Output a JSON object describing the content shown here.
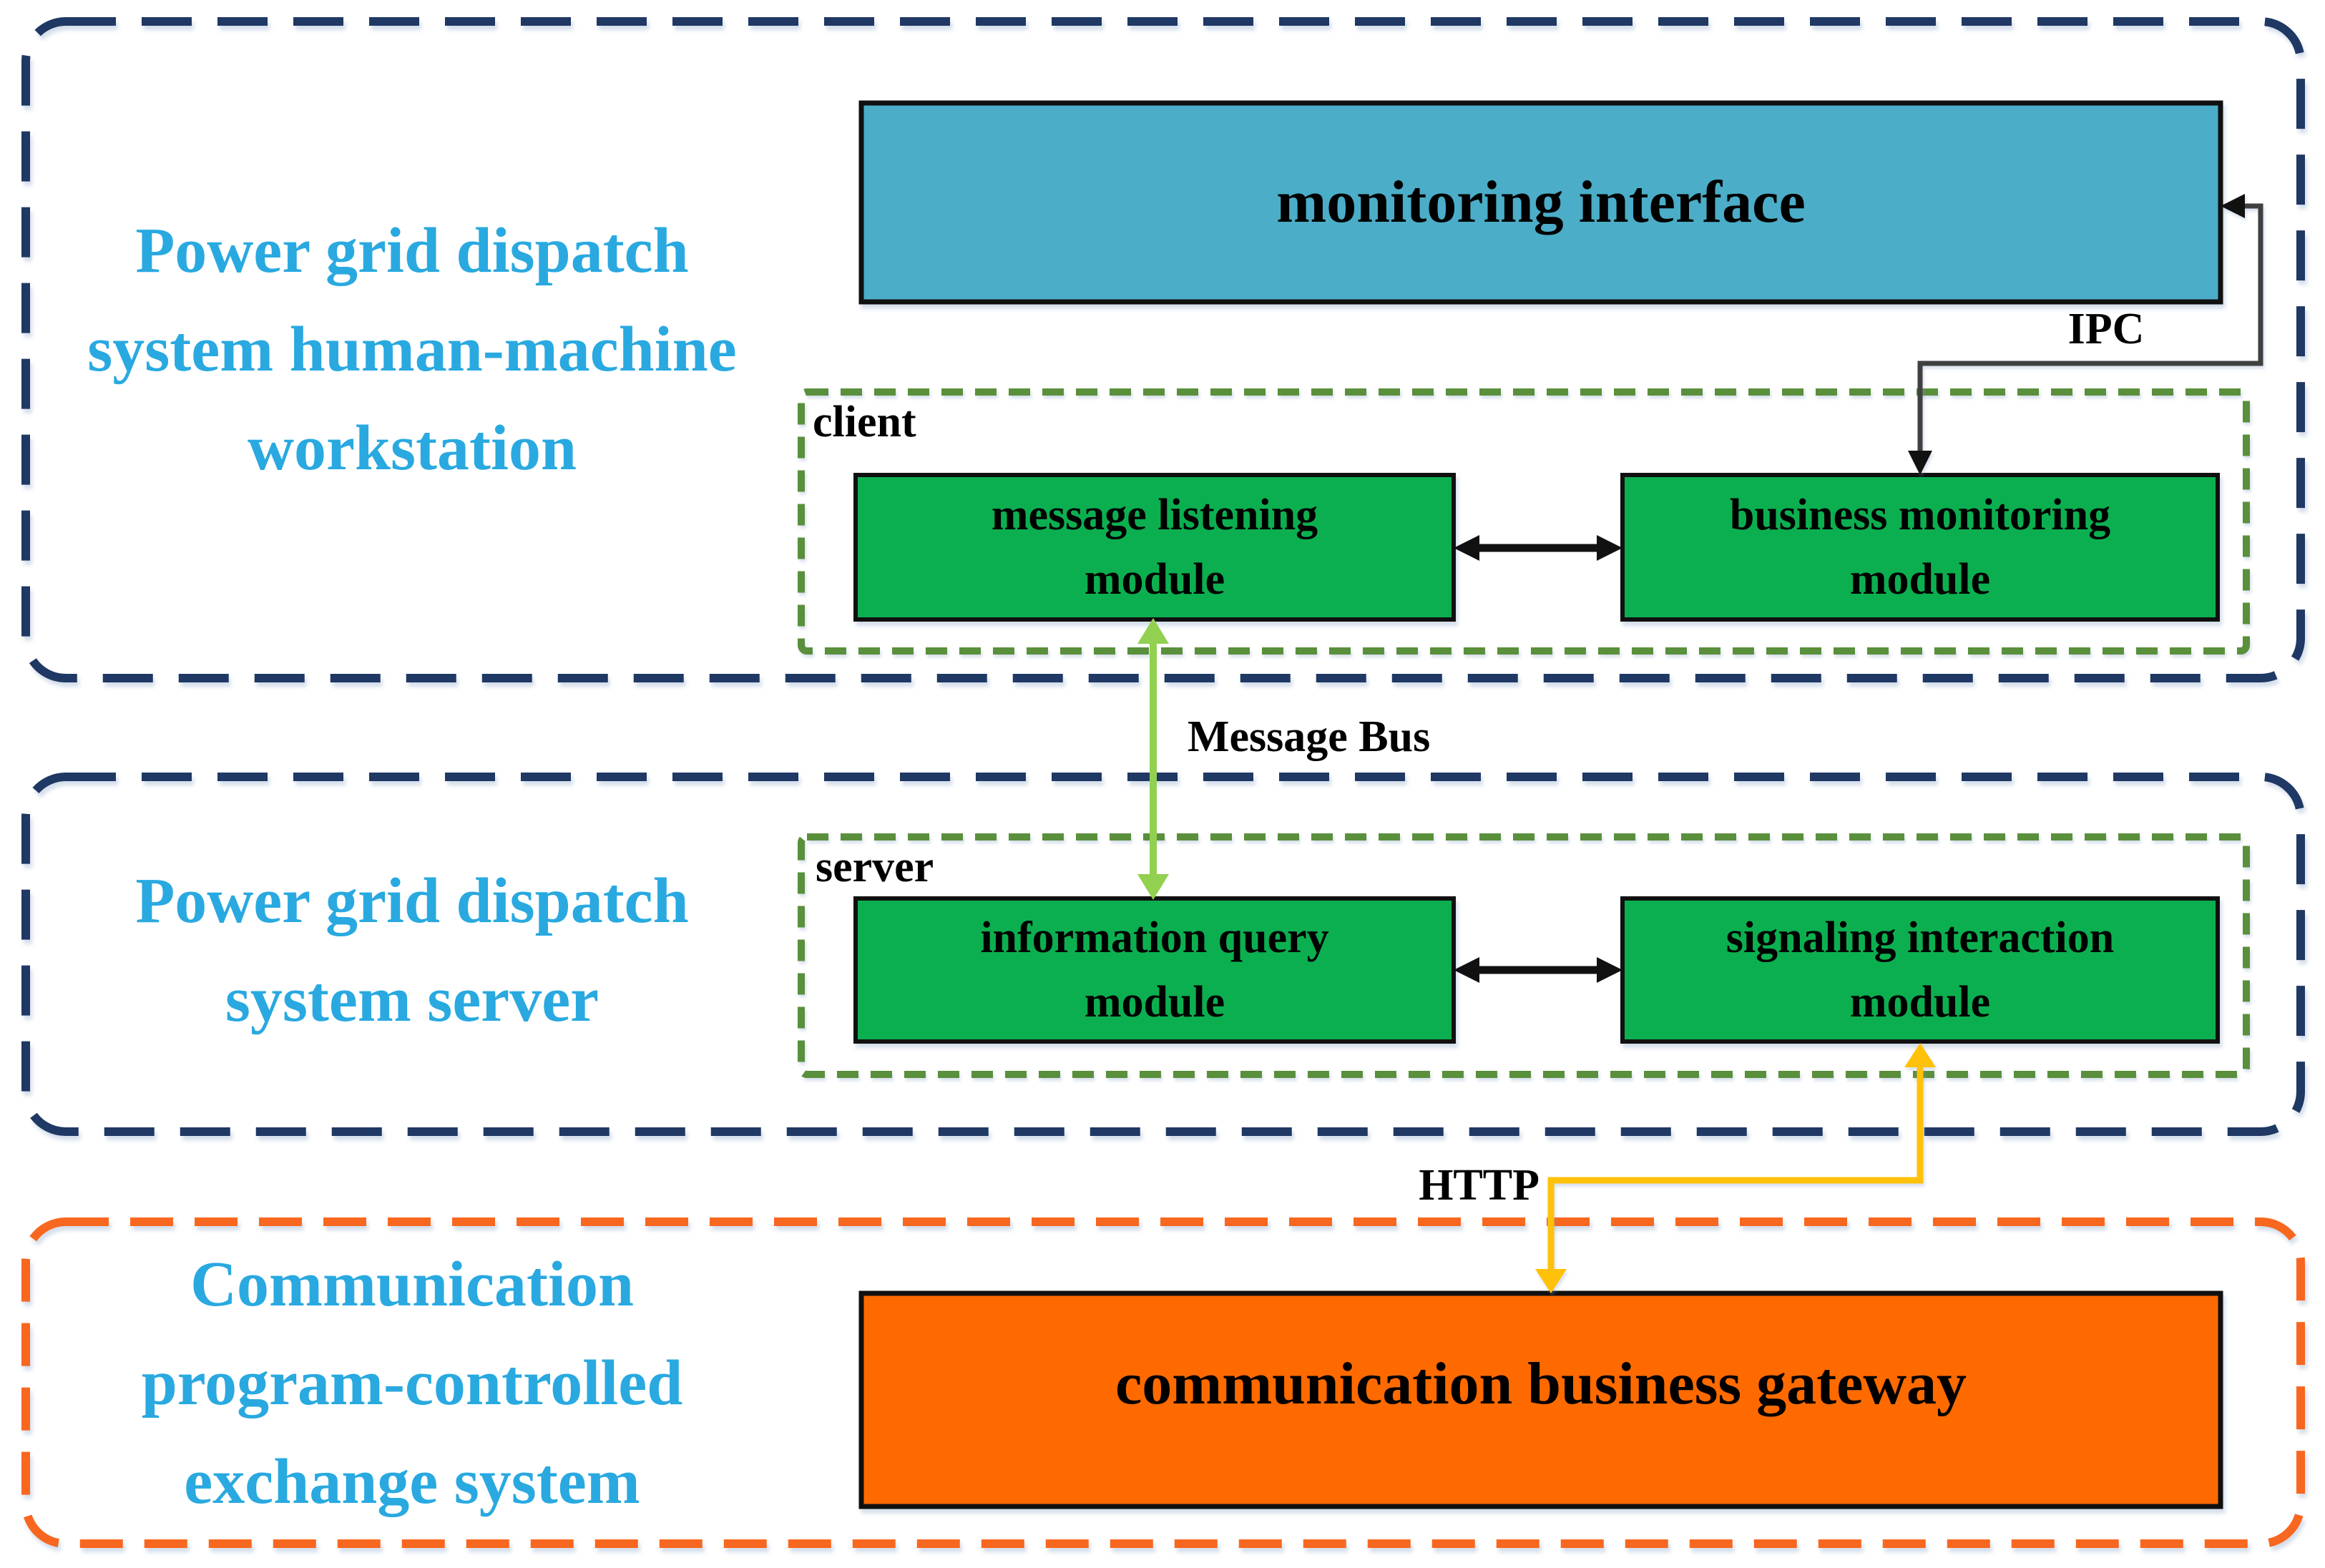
{
  "colors": {
    "navy_border": "#1F3864",
    "orange_border": "#F8671F",
    "group_border_green": "#5A8F3C",
    "module_green": "#0CAF50",
    "interface_teal": "#4BADC8",
    "gateway_orange": "#FF6A00",
    "heading_cyan": "#29A9E0",
    "message_bus_green": "#92D050",
    "http_yellow": "#FFC10A",
    "ipc_gray": "#404040",
    "connector_black": "#111111",
    "box_edge_black": "#101010"
  },
  "sections": {
    "workstation": {
      "label_lines": [
        "Power grid dispatch",
        "system human-machine",
        "workstation"
      ]
    },
    "server": {
      "label_lines": [
        "Power grid dispatch",
        "system server"
      ]
    },
    "exchange": {
      "label_lines": [
        "Communication",
        "program-controlled",
        "exchange system"
      ]
    }
  },
  "nodes": {
    "monitoring_interface": {
      "label": "monitoring interface"
    },
    "client_group": {
      "label": "client"
    },
    "message_listening": {
      "lines": [
        "message listening",
        "module"
      ]
    },
    "business_monitoring": {
      "lines": [
        "business monitoring",
        "module"
      ]
    },
    "server_group": {
      "label": "server"
    },
    "information_query": {
      "lines": [
        "information query",
        "module"
      ]
    },
    "signaling_interaction": {
      "lines": [
        "signaling interaction",
        "module"
      ]
    },
    "gateway": {
      "label": "communication business gateway"
    }
  },
  "connectors": {
    "ipc": {
      "label": "IPC"
    },
    "message_bus": {
      "label": "Message Bus"
    },
    "http": {
      "label": "HTTP"
    }
  }
}
